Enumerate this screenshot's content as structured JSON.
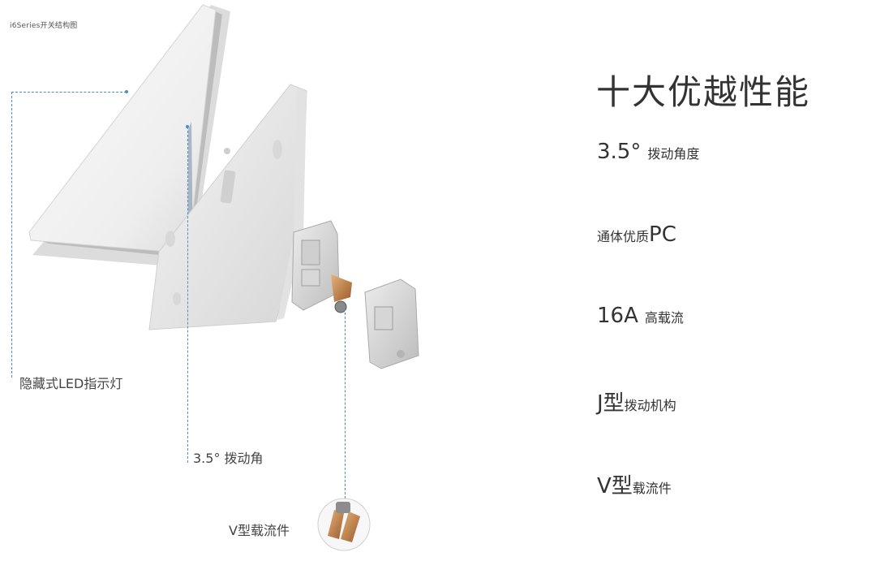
{
  "diagram": {
    "caption_top": "i6Series开关结构图",
    "callouts": {
      "led": "隐藏式LED指示灯",
      "angle": "3.5° 拨动角",
      "v_part": "V型载流件"
    },
    "accent_color": "#4a90c8"
  },
  "features": {
    "title": "十大优越性能",
    "items": [
      {
        "big": "3.5°",
        "small": "拨动角度"
      },
      {
        "lead": "通体优质",
        "big": "PC"
      },
      {
        "big": "16A",
        "small": "高载流"
      },
      {
        "big": "J型",
        "small": "拨动机构"
      },
      {
        "big": "V型",
        "small": "载流件"
      }
    ]
  }
}
